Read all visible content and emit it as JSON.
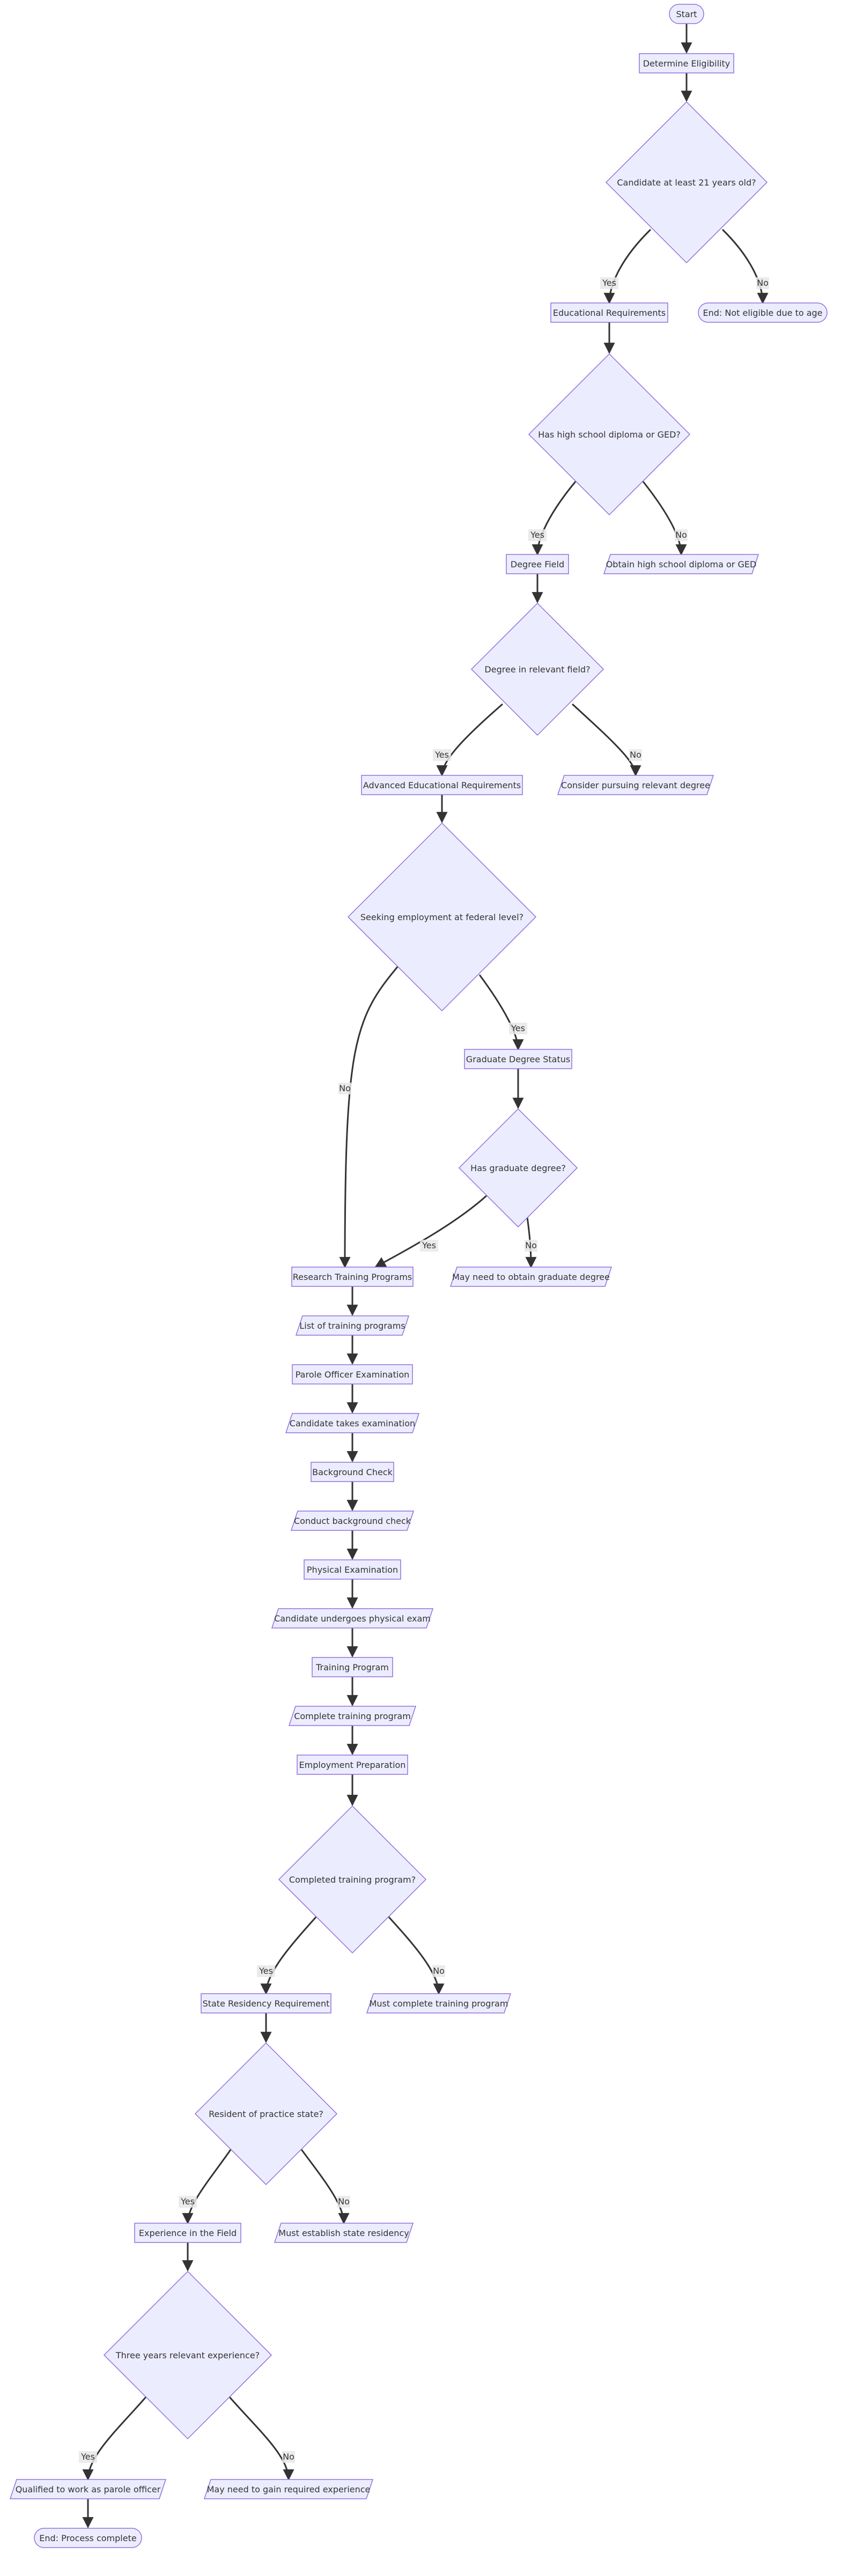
{
  "diagram": {
    "type": "flowchart",
    "colors": {
      "node_fill": "#ECECFF",
      "node_stroke": "#9370DB",
      "edge": "#333333",
      "text": "#333333"
    },
    "nodes": [
      {
        "id": "start",
        "shape": "stadium",
        "label": "Start"
      },
      {
        "id": "determine",
        "shape": "rect",
        "label": "Determine Eligibility"
      },
      {
        "id": "age",
        "shape": "diamond",
        "label": "Candidate at least 21 years old?"
      },
      {
        "id": "eduReq",
        "shape": "rect",
        "label": "Educational Requirements"
      },
      {
        "id": "endAge",
        "shape": "stadium",
        "label": "End: Not eligible due to age"
      },
      {
        "id": "hsq",
        "shape": "diamond",
        "label": "Has high school diploma or GED?"
      },
      {
        "id": "degField",
        "shape": "rect",
        "label": "Degree Field"
      },
      {
        "id": "obtainHs",
        "shape": "parallelogram",
        "label": "Obtain high school diploma or GED"
      },
      {
        "id": "degq",
        "shape": "diamond",
        "label": "Degree in relevant field?"
      },
      {
        "id": "advEdu",
        "shape": "rect",
        "label": "Advanced Educational Requirements"
      },
      {
        "id": "considerDeg",
        "shape": "parallelogram",
        "label": "Consider pursuing relevant degree"
      },
      {
        "id": "fedq",
        "shape": "diamond",
        "label": "Seeking employment at federal level?"
      },
      {
        "id": "gradStatus",
        "shape": "rect",
        "label": "Graduate Degree Status"
      },
      {
        "id": "gradq",
        "shape": "diamond",
        "label": "Has graduate degree?"
      },
      {
        "id": "research",
        "shape": "rect",
        "label": "Research Training Programs"
      },
      {
        "id": "mayGrad",
        "shape": "parallelogram",
        "label": "May need to obtain graduate degree"
      },
      {
        "id": "listTrain",
        "shape": "parallelogram",
        "label": "List of training programs"
      },
      {
        "id": "poExam",
        "shape": "rect",
        "label": "Parole Officer Examination"
      },
      {
        "id": "takesExam",
        "shape": "parallelogram",
        "label": "Candidate takes examination"
      },
      {
        "id": "bgCheck",
        "shape": "rect",
        "label": "Background Check"
      },
      {
        "id": "conductBg",
        "shape": "parallelogram",
        "label": "Conduct background check"
      },
      {
        "id": "physExam",
        "shape": "rect",
        "label": "Physical Examination"
      },
      {
        "id": "undergoes",
        "shape": "parallelogram",
        "label": "Candidate undergoes physical exam"
      },
      {
        "id": "trainProg",
        "shape": "rect",
        "label": "Training Program"
      },
      {
        "id": "completeTrain",
        "shape": "parallelogram",
        "label": "Complete training program"
      },
      {
        "id": "empPrep",
        "shape": "rect",
        "label": "Employment Preparation"
      },
      {
        "id": "trainq",
        "shape": "diamond",
        "label": "Completed training program?"
      },
      {
        "id": "stateRes",
        "shape": "rect",
        "label": "State Residency Requirement"
      },
      {
        "id": "mustTrain",
        "shape": "parallelogram",
        "label": "Must complete training program"
      },
      {
        "id": "resq",
        "shape": "diamond",
        "label": "Resident of practice state?"
      },
      {
        "id": "expField",
        "shape": "rect",
        "label": "Experience in the Field"
      },
      {
        "id": "mustRes",
        "shape": "parallelogram",
        "label": "Must establish state residency"
      },
      {
        "id": "expq",
        "shape": "diamond",
        "label": "Three years relevant experience?"
      },
      {
        "id": "qualified",
        "shape": "parallelogram",
        "label": "Qualified to work as parole officer"
      },
      {
        "id": "mayExp",
        "shape": "parallelogram",
        "label": "May need to gain required experience"
      },
      {
        "id": "endDone",
        "shape": "stadium",
        "label": "End: Process complete"
      }
    ],
    "edges": [
      {
        "from": "start",
        "to": "determine",
        "label": ""
      },
      {
        "from": "determine",
        "to": "age",
        "label": ""
      },
      {
        "from": "age",
        "to": "eduReq",
        "label": "Yes"
      },
      {
        "from": "age",
        "to": "endAge",
        "label": "No"
      },
      {
        "from": "eduReq",
        "to": "hsq",
        "label": ""
      },
      {
        "from": "hsq",
        "to": "degField",
        "label": "Yes"
      },
      {
        "from": "hsq",
        "to": "obtainHs",
        "label": "No"
      },
      {
        "from": "degField",
        "to": "degq",
        "label": ""
      },
      {
        "from": "degq",
        "to": "advEdu",
        "label": "Yes"
      },
      {
        "from": "degq",
        "to": "considerDeg",
        "label": "No"
      },
      {
        "from": "advEdu",
        "to": "fedq",
        "label": ""
      },
      {
        "from": "fedq",
        "to": "gradStatus",
        "label": "Yes"
      },
      {
        "from": "fedq",
        "to": "research",
        "label": "No"
      },
      {
        "from": "gradStatus",
        "to": "gradq",
        "label": ""
      },
      {
        "from": "gradq",
        "to": "research",
        "label": "Yes"
      },
      {
        "from": "gradq",
        "to": "mayGrad",
        "label": "No"
      },
      {
        "from": "research",
        "to": "listTrain",
        "label": ""
      },
      {
        "from": "listTrain",
        "to": "poExam",
        "label": ""
      },
      {
        "from": "poExam",
        "to": "takesExam",
        "label": ""
      },
      {
        "from": "takesExam",
        "to": "bgCheck",
        "label": ""
      },
      {
        "from": "bgCheck",
        "to": "conductBg",
        "label": ""
      },
      {
        "from": "conductBg",
        "to": "physExam",
        "label": ""
      },
      {
        "from": "physExam",
        "to": "undergoes",
        "label": ""
      },
      {
        "from": "undergoes",
        "to": "trainProg",
        "label": ""
      },
      {
        "from": "trainProg",
        "to": "completeTrain",
        "label": ""
      },
      {
        "from": "completeTrain",
        "to": "empPrep",
        "label": ""
      },
      {
        "from": "empPrep",
        "to": "trainq",
        "label": ""
      },
      {
        "from": "trainq",
        "to": "stateRes",
        "label": "Yes"
      },
      {
        "from": "trainq",
        "to": "mustTrain",
        "label": "No"
      },
      {
        "from": "stateRes",
        "to": "resq",
        "label": ""
      },
      {
        "from": "resq",
        "to": "expField",
        "label": "Yes"
      },
      {
        "from": "resq",
        "to": "mustRes",
        "label": "No"
      },
      {
        "from": "expField",
        "to": "expq",
        "label": ""
      },
      {
        "from": "expq",
        "to": "qualified",
        "label": "Yes"
      },
      {
        "from": "expq",
        "to": "mayExp",
        "label": "No"
      },
      {
        "from": "qualified",
        "to": "endDone",
        "label": ""
      }
    ]
  }
}
